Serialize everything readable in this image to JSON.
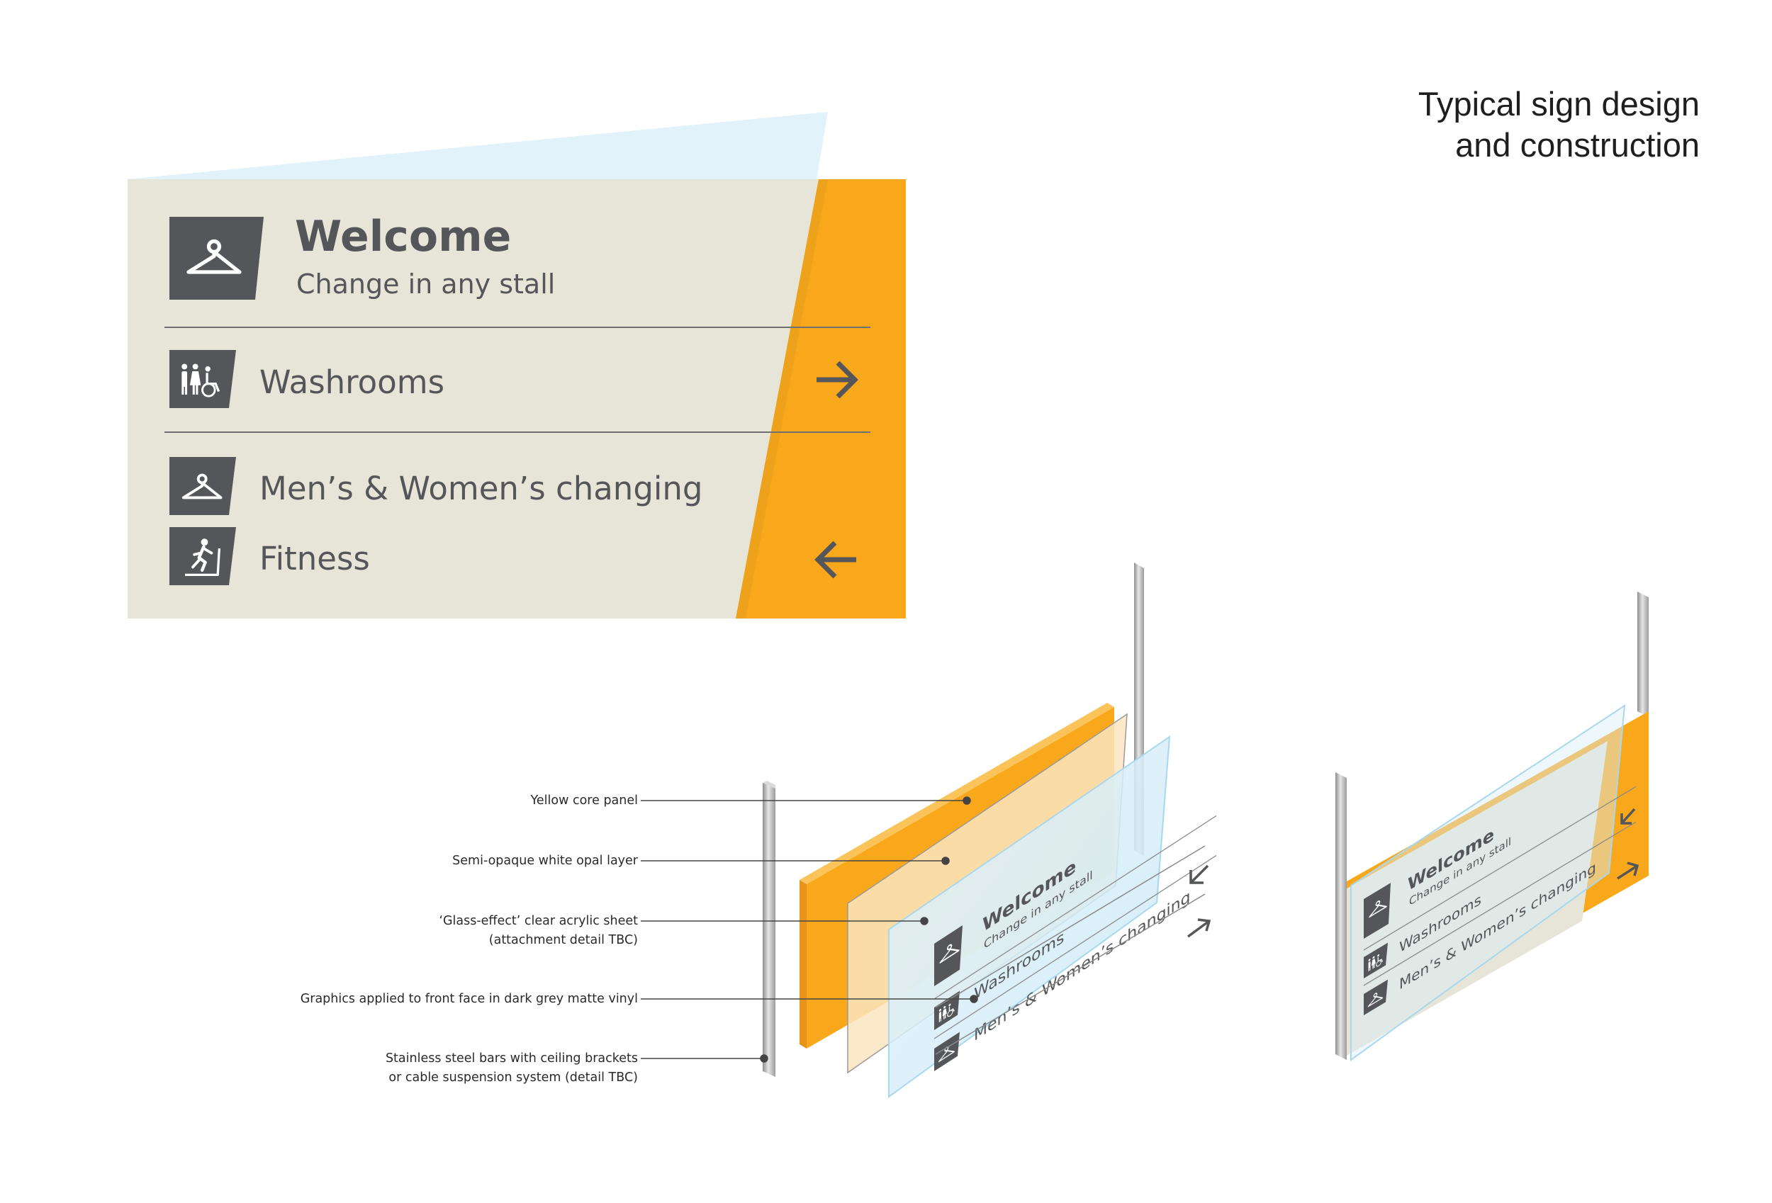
{
  "heading": {
    "line1": "Typical sign design",
    "line2": "and construction"
  },
  "sign": {
    "title": "Welcome",
    "subtitle": "Change in any stall",
    "rows": [
      {
        "label": "Washrooms",
        "icon": "washroom-icon",
        "arrow": "arrow-right-icon"
      },
      {
        "label": "Men’s & Women’s changing",
        "icon": "hanger-icon"
      },
      {
        "label": "Fitness",
        "icon": "treadmill-icon",
        "arrow": "arrow-left-icon"
      }
    ]
  },
  "callouts": [
    {
      "lines": [
        "Yellow core panel"
      ]
    },
    {
      "lines": [
        "Semi-opaque white opal layer"
      ]
    },
    {
      "lines": [
        "‘Glass-effect’ clear acrylic sheet",
        "(attachment detail TBC)"
      ]
    },
    {
      "lines": [
        "Graphics applied to front face in dark grey matte vinyl"
      ]
    },
    {
      "lines": [
        "Stainless steel bars with ceiling brackets",
        "or cable suspension system (detail TBC)"
      ]
    }
  ],
  "colors": {
    "panel": "#e6e5d8",
    "accent": "#f9a81b",
    "accent_dark": "#e8931a",
    "ink": "#55565a",
    "glass": "#d9eef8",
    "glass_edge": "#9fd3ec",
    "steel": "#b6b6b6"
  }
}
